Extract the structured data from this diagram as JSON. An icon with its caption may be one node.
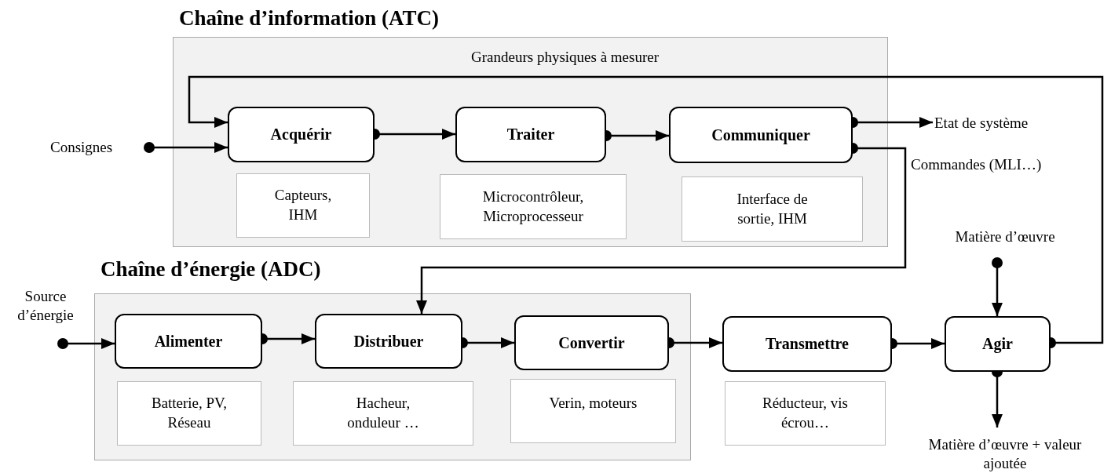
{
  "diagram": {
    "nodes": [
      {
        "text": [
          "Chaîne d’information (ATC)"
        ]
      },
      {
        "text": [
          "Acquérir"
        ],
        "in": 0
      },
      {
        "text": [
          "Traiter"
        ],
        "in": 0
      },
      {
        "text": [
          "Communiquer"
        ],
        "in": 0
      },
      {
        "text": [
          "Capteurs, IHM"
        ],
        "in": 0
      },
      {
        "text": [
          "Microcontrôleur, Microprocesseur"
        ],
        "in": 0
      },
      {
        "text": [
          "Interface de sortie, IHM"
        ],
        "in": 0
      },
      {
        "text": [
          "Chaîne d’énergie (ADC)"
        ]
      },
      {
        "text": [
          "Alimenter"
        ],
        "in": 7
      },
      {
        "text": [
          "Distribuer"
        ],
        "in": 7
      },
      {
        "text": [
          "Convertir"
        ],
        "in": 7
      },
      {
        "text": [
          "Batterie, PV, Réseau"
        ],
        "in": 7
      },
      {
        "text": [
          "Hacheur, onduleur …"
        ],
        "in": 7
      },
      {
        "text": [
          "Verin, moteurs"
        ],
        "in": 7
      },
      {
        "text": [
          "Transmettre"
        ]
      },
      {
        "text": [
          "Réducteur, vis écrou…"
        ]
      },
      {
        "text": [
          "Agir"
        ]
      },
      {
        "text": [
          "Consignes"
        ]
      },
      {
        "text": [
          "Etat de système"
        ]
      },
      {
        "text": [
          "Source d’énergie"
        ]
      },
      {
        "text": [
          "Matière d’œuvre"
        ]
      },
      {
        "text": [
          "Matière d’œuvre + valeur ajoutée"
        ]
      }
    ],
    "edges": [
      {
        "from": 17,
        "to": 1,
        "arrow": "to"
      },
      {
        "from": 16,
        "to": 1,
        "arrow": "to",
        "label": "Grandeurs physiques à mesurer"
      },
      {
        "from": 1,
        "to": 2,
        "arrow": "to"
      },
      {
        "from": 2,
        "to": 3,
        "arrow": "to"
      },
      {
        "from": 3,
        "to": 18,
        "arrow": "to"
      },
      {
        "from": 3,
        "to": 9,
        "arrow": "to",
        "label": "Commandes (MLI…)"
      },
      {
        "from": 19,
        "to": 8,
        "arrow": "to"
      },
      {
        "from": 8,
        "to": 9,
        "arrow": "to"
      },
      {
        "from": 9,
        "to": 10,
        "arrow": "to"
      },
      {
        "from": 10,
        "to": 14,
        "arrow": "to"
      },
      {
        "from": 14,
        "to": 16,
        "arrow": "to"
      },
      {
        "from": 20,
        "to": 16,
        "arrow": "to"
      },
      {
        "from": 16,
        "to": 21,
        "arrow": "to"
      }
    ]
  }
}
